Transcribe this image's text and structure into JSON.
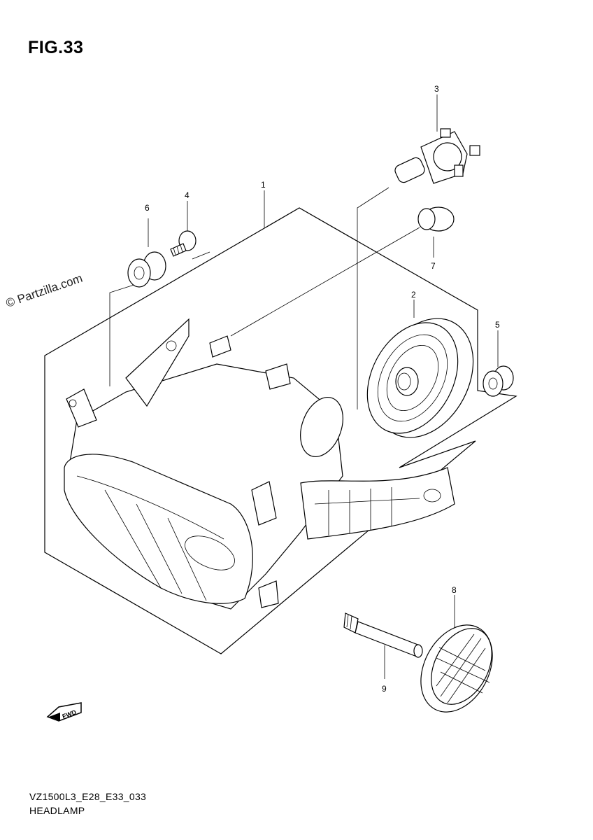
{
  "figure": {
    "title": "FIG.33"
  },
  "watermark": "© Partzilla.com",
  "footer": {
    "code": "VZ1500L3_E28_E33_033",
    "caption": "HEADLAMP"
  },
  "callouts": [
    {
      "id": "1",
      "label": "1",
      "part": "headlamp-assembly"
    },
    {
      "id": "2",
      "label": "2",
      "part": "bulb-socket-reflector"
    },
    {
      "id": "3",
      "label": "3",
      "part": "headlamp-bulb"
    },
    {
      "id": "4",
      "label": "4",
      "part": "screw"
    },
    {
      "id": "5",
      "label": "5",
      "part": "cushion"
    },
    {
      "id": "6",
      "label": "6",
      "part": "cushion"
    },
    {
      "id": "7",
      "label": "7",
      "part": "bulb-cover"
    },
    {
      "id": "8",
      "label": "8",
      "part": "reflex-reflector"
    },
    {
      "id": "9",
      "label": "9",
      "part": "collar"
    }
  ],
  "direction_marker": {
    "icon": "fwd-arrow-icon",
    "label": "FWD"
  }
}
